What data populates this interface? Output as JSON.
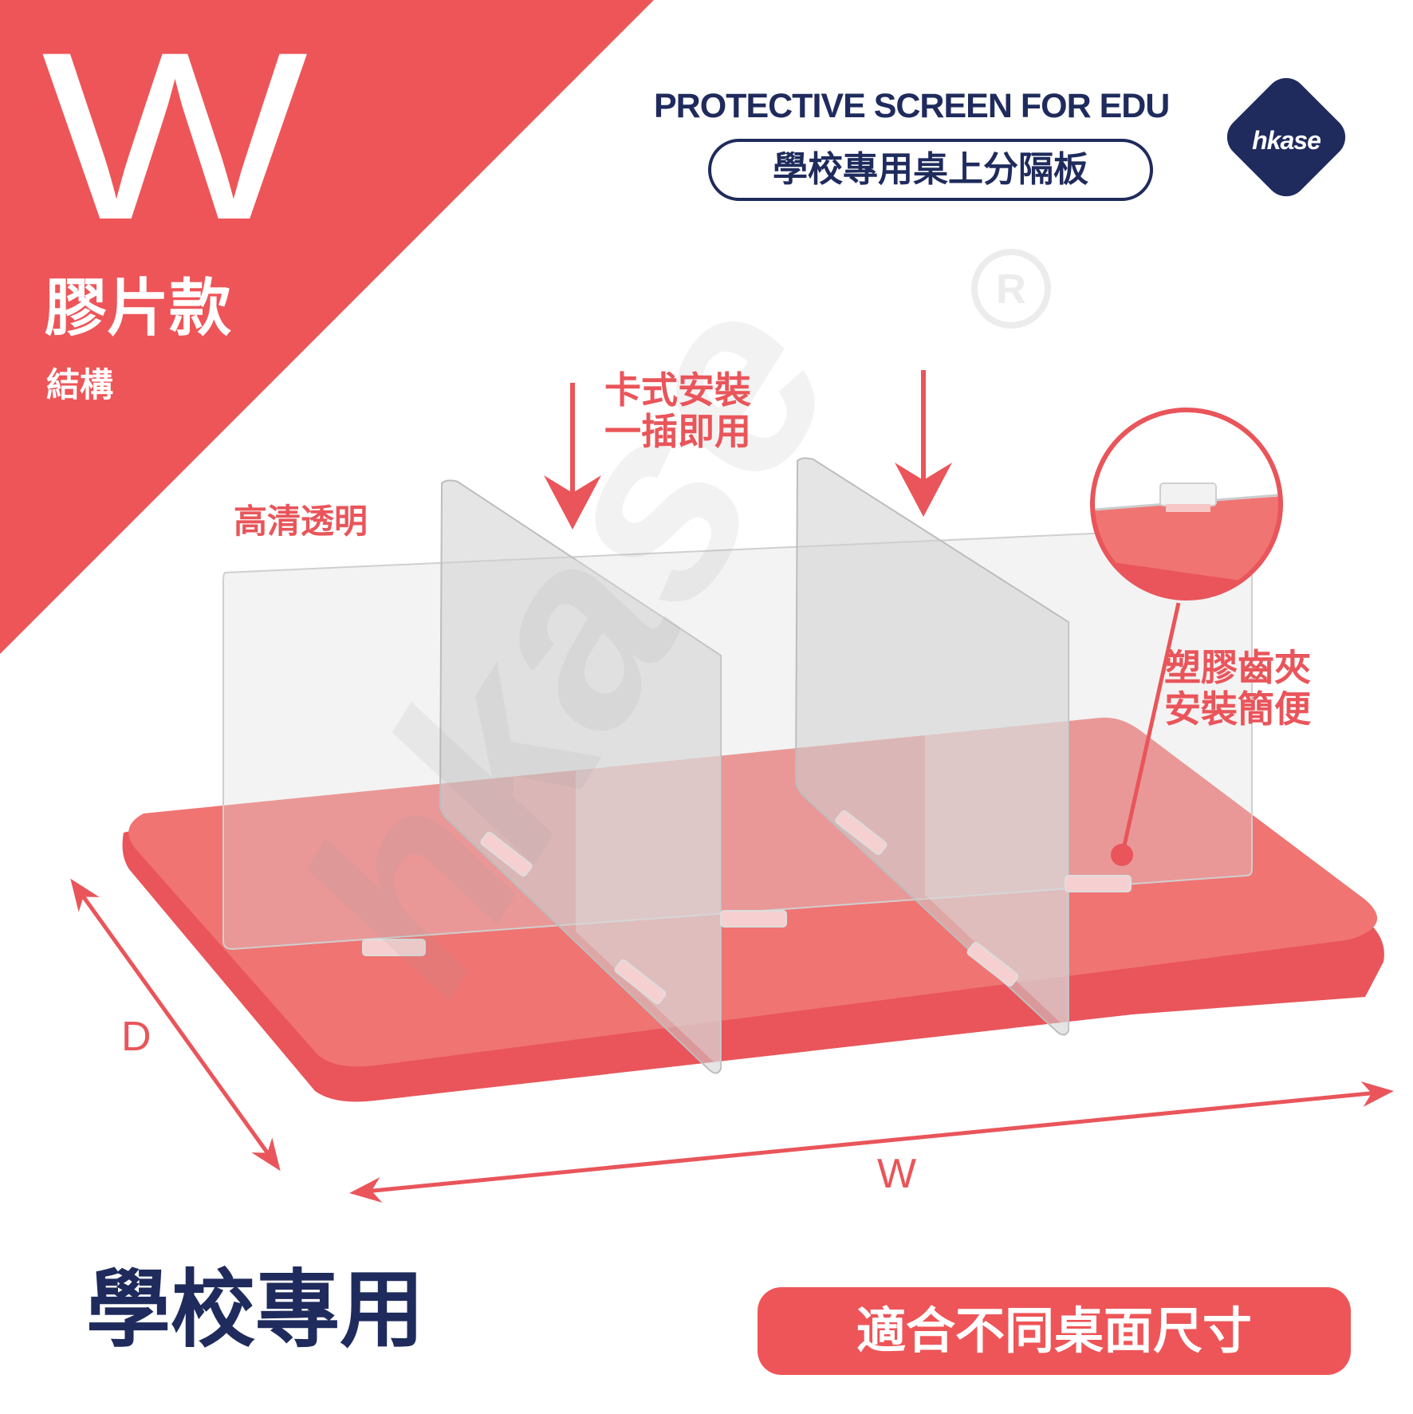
{
  "colors": {
    "accent_red": "#ee5558",
    "table_top": "#f07472",
    "table_edge": "#e9555a",
    "navy": "#1f2b5c",
    "panel": "#e6e6e6"
  },
  "corner": {
    "letter": "W",
    "title": "膠片款",
    "subtitle": "結構"
  },
  "header": {
    "english_title": "PROTECTIVE SCREEN FOR EDU",
    "chinese_title": "學校專用桌上分隔板"
  },
  "logo": {
    "text": "hkase",
    "icon": "diamond-logo-icon"
  },
  "callouts": {
    "install_line1": "卡式安裝",
    "install_line2": "一插即用",
    "clarity": "高清透明",
    "clip_line1": "塑膠齒夾",
    "clip_line2": "安裝簡便"
  },
  "dimensions": {
    "depth": "D",
    "width": "W"
  },
  "footer": {
    "left_text": "學校專用",
    "right_badge": "適合不同桌面尺寸"
  }
}
